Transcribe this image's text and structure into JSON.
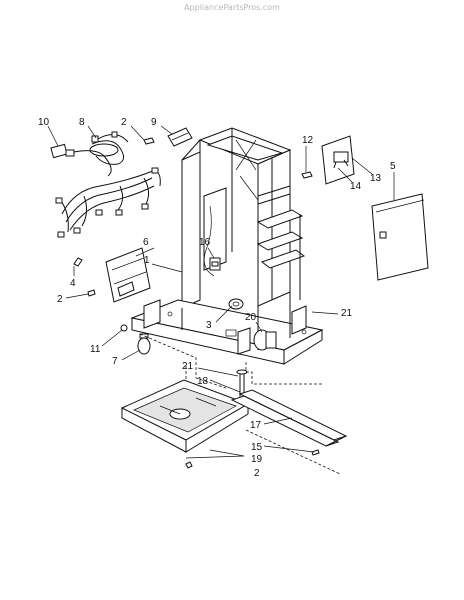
{
  "watermark": "AppliancePartsPros.com",
  "callouts": {
    "c1": "1",
    "c2a": "2",
    "c2b": "2",
    "c2c": "2",
    "c3": "3",
    "c4": "4",
    "c5": "5",
    "c6": "6",
    "c7": "7",
    "c8": "8",
    "c9": "9",
    "c10": "10",
    "c11": "11",
    "c12": "12",
    "c13": "13",
    "c14": "14",
    "c15": "15",
    "c16": "16",
    "c17": "17",
    "c18": "18",
    "c19": "19",
    "c20": "20",
    "c21a": "21",
    "c21b": "21"
  }
}
